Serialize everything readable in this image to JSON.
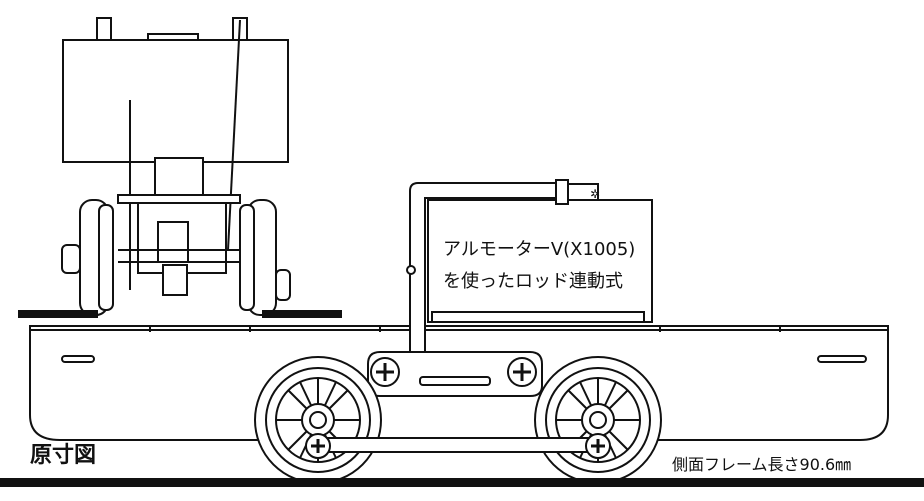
{
  "motor_label": {
    "line1": "アルモーターV(X1005)",
    "line2": "を使ったロッド連動式"
  },
  "drawing_title": "原寸図",
  "frame_note": "側面フレーム長さ90.6㎜",
  "colors": {
    "ink": "#111111",
    "paper": "#ffffff"
  }
}
